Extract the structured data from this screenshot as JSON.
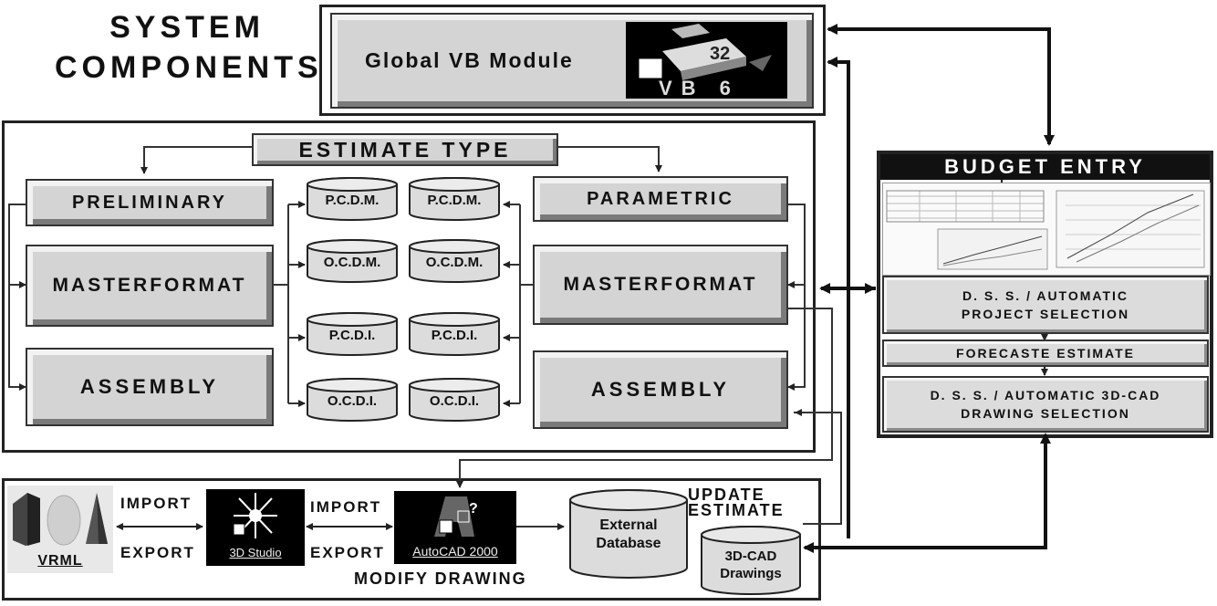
{
  "title": {
    "line1": "SYSTEM",
    "line2": "COMPONENTS"
  },
  "global_module": {
    "label": "Global VB Module",
    "icon_caption": "VB 6",
    "icon_badge": "32"
  },
  "estimate": {
    "header": "ESTIMATE TYPE",
    "left": {
      "top": "PRELIMINARY",
      "mid": "MASTERFORMAT",
      "bottom": "ASSEMBLY"
    },
    "right": {
      "top": "PARAMETRIC",
      "mid": "MASTERFORMAT",
      "bottom": "ASSEMBLY"
    },
    "databases_left": [
      "P.C.D.M.",
      "O.C.D.M.",
      "P.C.D.I.",
      "O.C.D.I."
    ],
    "databases_right": [
      "P.C.D.M.",
      "O.C.D.M.",
      "P.C.D.I.",
      "O.C.D.I."
    ]
  },
  "budget": {
    "header": "BUDGET ENTRY",
    "steps": [
      "D. S. S. / AUTOMATIC\nPROJECT SELECTION",
      "FORECASTE  ESTIMATE",
      "D. S. S. / AUTOMATIC 3D-CAD\nDRAWING SELECTION"
    ]
  },
  "bottom": {
    "vrml": "VRML",
    "import1": "IMPORT",
    "export1": "EXPORT",
    "studio": "3D Studio",
    "import2": "IMPORT",
    "export2": "EXPORT",
    "autocad": "AutoCAD 2000",
    "modify": "MODIFY DRAWING",
    "external_db": "External\nDatabase",
    "update": "UPDATE\nESTIMATE",
    "cad_db": "3D-CAD\nDrawings"
  }
}
